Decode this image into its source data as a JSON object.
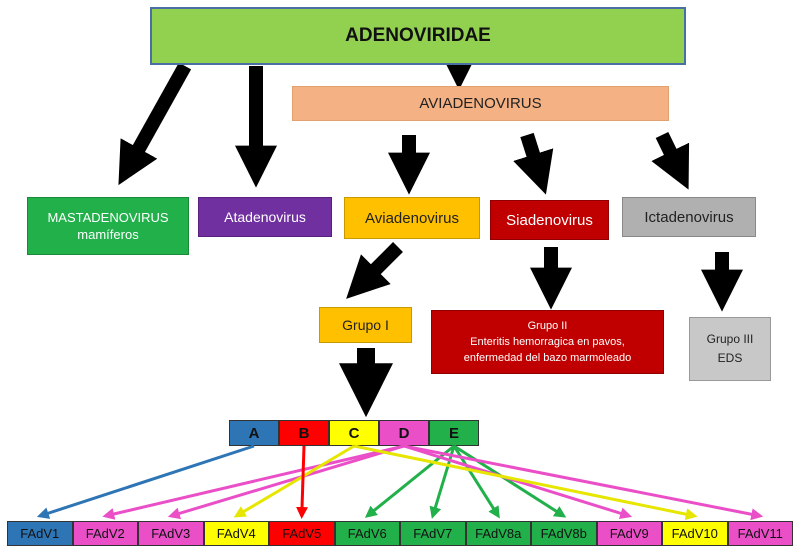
{
  "title": "ADENOVIRIDAE",
  "aviadenovirus_top": "AVIADENOVIRUS",
  "genera": {
    "mastadenovirus": [
      "MASTADENOVIRUS",
      "mamíferos"
    ],
    "atadenovirus": "Atadenovirus",
    "aviadenovirus": "Aviadenovirus",
    "siadenovirus": "Siadenovirus",
    "ictadenovirus": "Ictadenovirus"
  },
  "groups": {
    "grupo1": "Grupo I",
    "grupo2": [
      "Grupo II",
      "Enteritis hemorragica en pavos,",
      "enfermedad del bazo marmoleado"
    ],
    "grupo3": [
      "Grupo III",
      "EDS"
    ]
  },
  "species_groups": [
    {
      "label": "A",
      "color": "#2e75b6"
    },
    {
      "label": "B",
      "color": "#ff0000"
    },
    {
      "label": "C",
      "color": "#ffff00"
    },
    {
      "label": "D",
      "color": "#ea4fc8"
    },
    {
      "label": "E",
      "color": "#22b04b"
    }
  ],
  "fadv": [
    {
      "label": "FAdV1",
      "group": "A",
      "color": "#2e75b6"
    },
    {
      "label": "FAdV2",
      "group": "D",
      "color": "#ea4fc8"
    },
    {
      "label": "FAdV3",
      "group": "D",
      "color": "#ea4fc8"
    },
    {
      "label": "FAdV4",
      "group": "C",
      "color": "#ffff00"
    },
    {
      "label": "FAdV5",
      "group": "B",
      "color": "#ff0000"
    },
    {
      "label": "FAdV6",
      "group": "E",
      "color": "#22b04b"
    },
    {
      "label": "FAdV7",
      "group": "E",
      "color": "#22b04b"
    },
    {
      "label": "FAdV8a",
      "group": "E",
      "color": "#22b04b"
    },
    {
      "label": "FAdV8b",
      "group": "E",
      "color": "#22b04b"
    },
    {
      "label": "FAdV9",
      "group": "D",
      "color": "#ea4fc8"
    },
    {
      "label": "FAdV10",
      "group": "C",
      "color": "#ffff00"
    },
    {
      "label": "FAdV11",
      "group": "D",
      "color": "#ea4fc8"
    }
  ]
}
